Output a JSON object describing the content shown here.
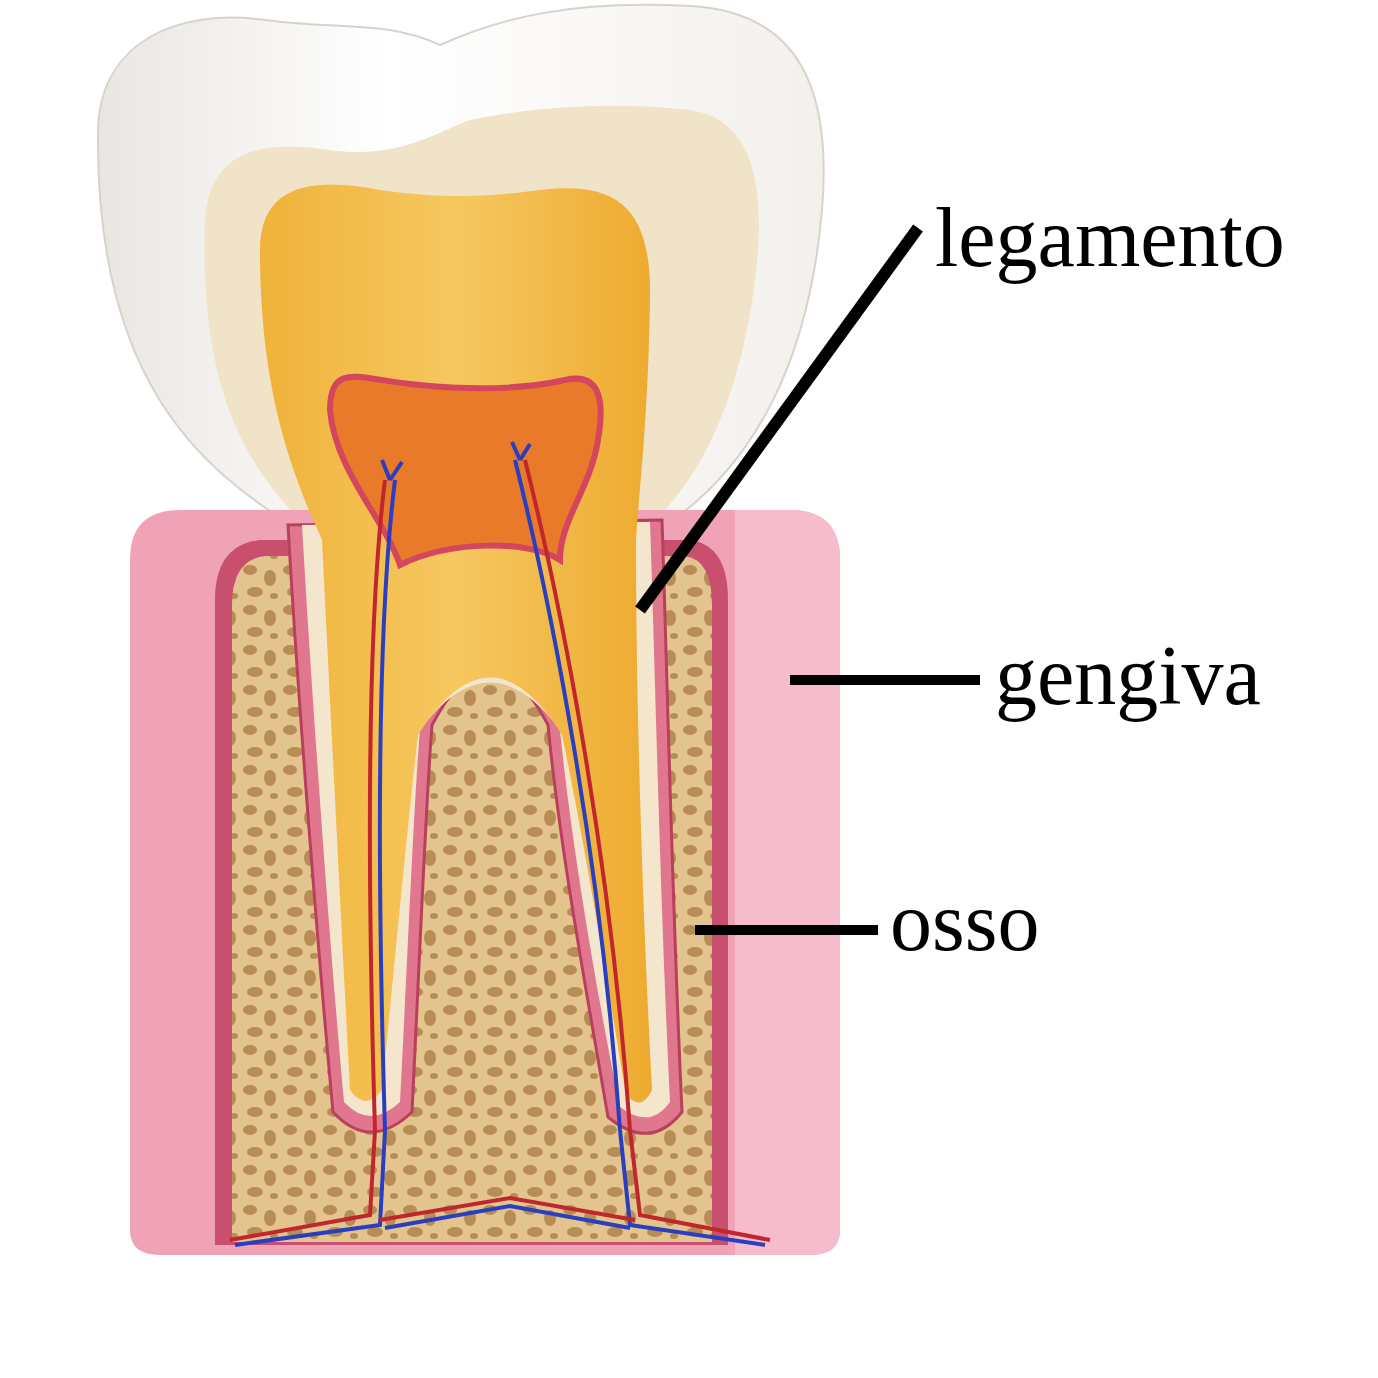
{
  "diagram": {
    "labels": [
      "legamento",
      "gengiva",
      "osso"
    ]
  }
}
